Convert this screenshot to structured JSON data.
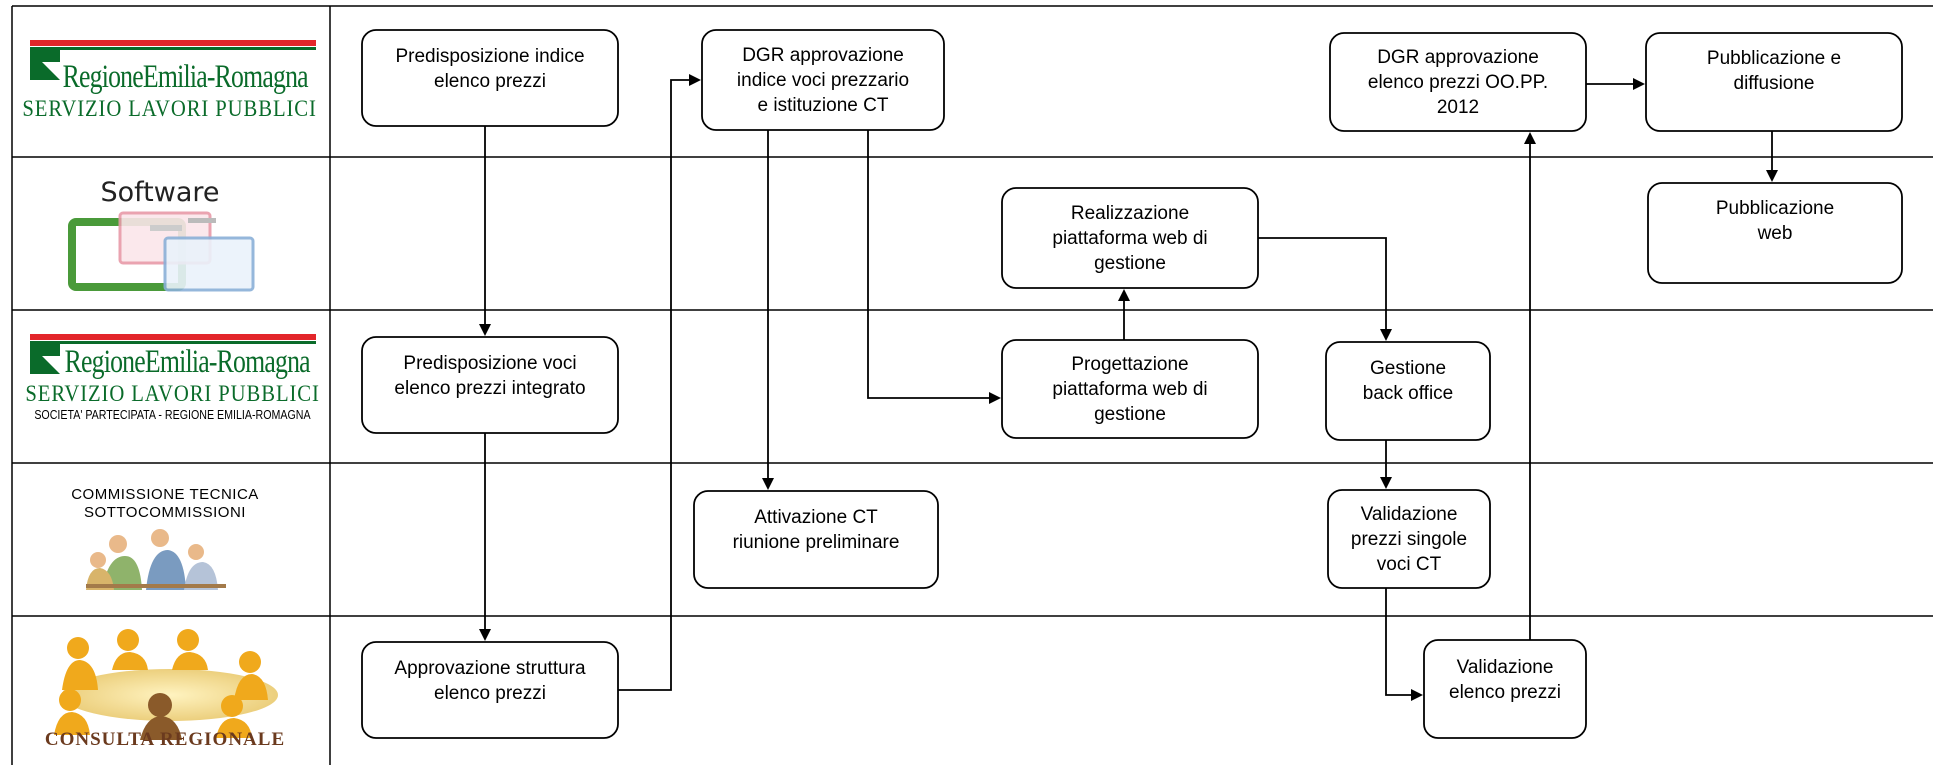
{
  "lanes": [
    {
      "id": "rer-servizio",
      "brand": "RegioneEmilia-Romagna",
      "service": "SERVIZIO LAVORI PUBBLICI"
    },
    {
      "id": "software",
      "title": "Software"
    },
    {
      "id": "rer-societa",
      "brand": "RegioneEmilia-Romagna",
      "service": "SERVIZIO LAVORI PUBBLICI",
      "subtitle": "SOCIETA' PARTECIPATA - REGIONE EMILIA-ROMAGNA"
    },
    {
      "id": "commissione",
      "line1": "COMMISSIONE TECNICA",
      "line2": "SOTTOCOMMISSIONI"
    },
    {
      "id": "consulta",
      "title": "CONSULTA REGIONALE"
    }
  ],
  "boxes": {
    "predisposizione_indice": "Predisposizione indice\nelenco prezzi",
    "dgr_indice": "DGR approvazione\nindice voci  prezzario\ne istituzione CT",
    "dgr_elenco": "DGR approvazione\nelenco prezzi OO.PP.\n2012",
    "pubblicazione_diffusione": "Pubblicazione e\ndiffusione",
    "realizzazione_piattaforma": "Realizzazione\npiattaforma web di\ngestione",
    "pubblicazione_web": "Pubblicazione\nweb",
    "predisposizione_voci": "Predisposizione voci\nelenco prezzi integrato",
    "progettazione_piattaforma": "Progettazione\npiattaforma web di\ngestione",
    "gestione_back_office": "Gestione\nback office",
    "attivazione_ct": "Attivazione CT\nriunione preliminare",
    "validazione_singole": "Validazione\nprezzi  singole\nvoci CT",
    "approvazione_struttura": "Approvazione struttura\nelenco prezzi",
    "validazione_elenco": "Validazione\nelenco prezzi"
  },
  "colors": {
    "rer_green": "#0a6b2a",
    "rer_red": "#e3262a",
    "consulta_brown": "#6b3a1e",
    "line": "#000000"
  },
  "icons": [
    "regione-emilia-romagna-logo",
    "software-windows-icon",
    "people-group-icon",
    "consulta-people-icon"
  ]
}
